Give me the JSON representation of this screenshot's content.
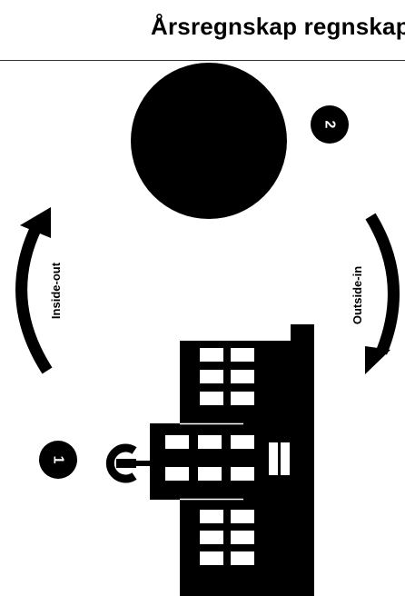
{
  "title": "Årsregnskap regnskap",
  "labels": {
    "left_arrow": "Inside-out",
    "right_arrow": "Outside-in"
  },
  "badges": {
    "one": "1",
    "two": "2"
  },
  "colors": {
    "ink": "#000000",
    "background": "#ffffff",
    "badge_text": "#ffffff"
  },
  "icons": {
    "company": "building-icon",
    "logo": "power-logo-icon",
    "world": "circle-shape"
  }
}
